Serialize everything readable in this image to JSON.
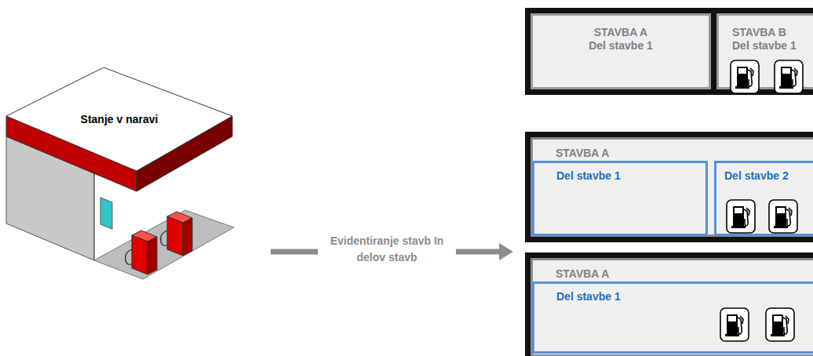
{
  "diagram": {
    "nodes": [
      {
        "text": [
          "Stanje v naravi"
        ]
      },
      {
        "text": [
          "STAVBA A",
          "Del stavbe 1"
        ]
      },
      {
        "text": [
          "STAVBA B",
          "Del stavbe 1"
        ]
      },
      {
        "text": [
          "STAVBA A"
        ]
      },
      {
        "text": [
          "Del stavbe 1"
        ],
        "in": 3
      },
      {
        "text": [
          "Del stavbe 2"
        ],
        "in": 3
      },
      {
        "text": [
          "STAVBA A"
        ]
      },
      {
        "text": [
          "Del stavbe 1"
        ],
        "in": 6
      }
    ],
    "labels": [
      "Evidentiranje stavb In delov stavb"
    ]
  }
}
